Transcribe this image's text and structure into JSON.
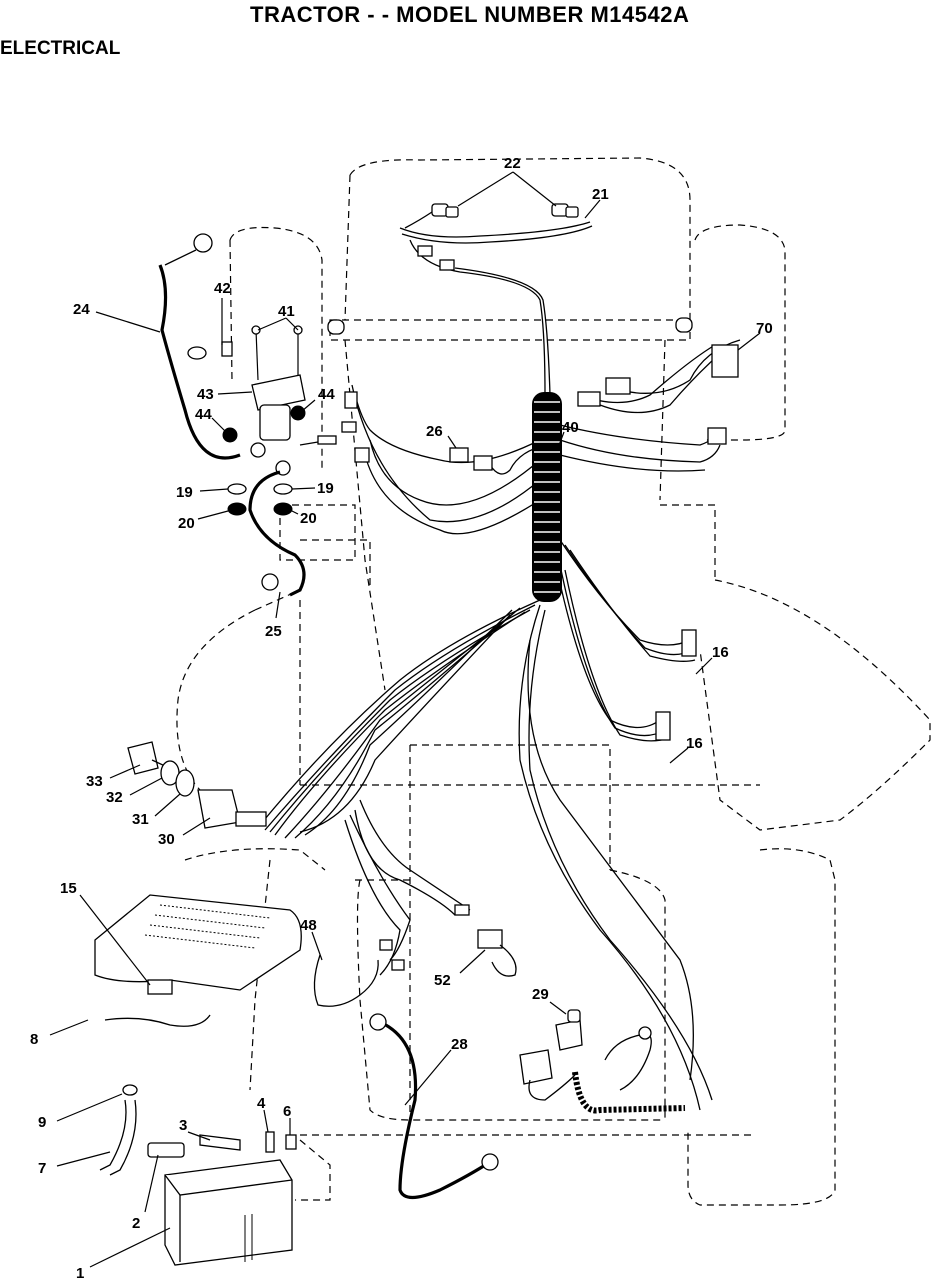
{
  "header": {
    "title": "TRACTOR - - MODEL NUMBER M14542A",
    "section": "ELECTRICAL"
  },
  "callouts": {
    "c22": "22",
    "c21": "21",
    "c70": "70",
    "c24": "24",
    "c42": "42",
    "c41": "41",
    "c43": "43",
    "c44a": "44",
    "c44b": "44",
    "c26": "26",
    "c40": "40",
    "c19a": "19",
    "c19b": "19",
    "c20a": "20",
    "c20b": "20",
    "c25": "25",
    "c16a": "16",
    "c16b": "16",
    "c33": "33",
    "c32": "32",
    "c31": "31",
    "c30": "30",
    "c15": "15",
    "c48": "48",
    "c52": "52",
    "c29": "29",
    "c28": "28",
    "c8": "8",
    "c9": "9",
    "c7": "7",
    "c3": "3",
    "c4": "4",
    "c6": "6",
    "c2": "2",
    "c1": "1"
  }
}
